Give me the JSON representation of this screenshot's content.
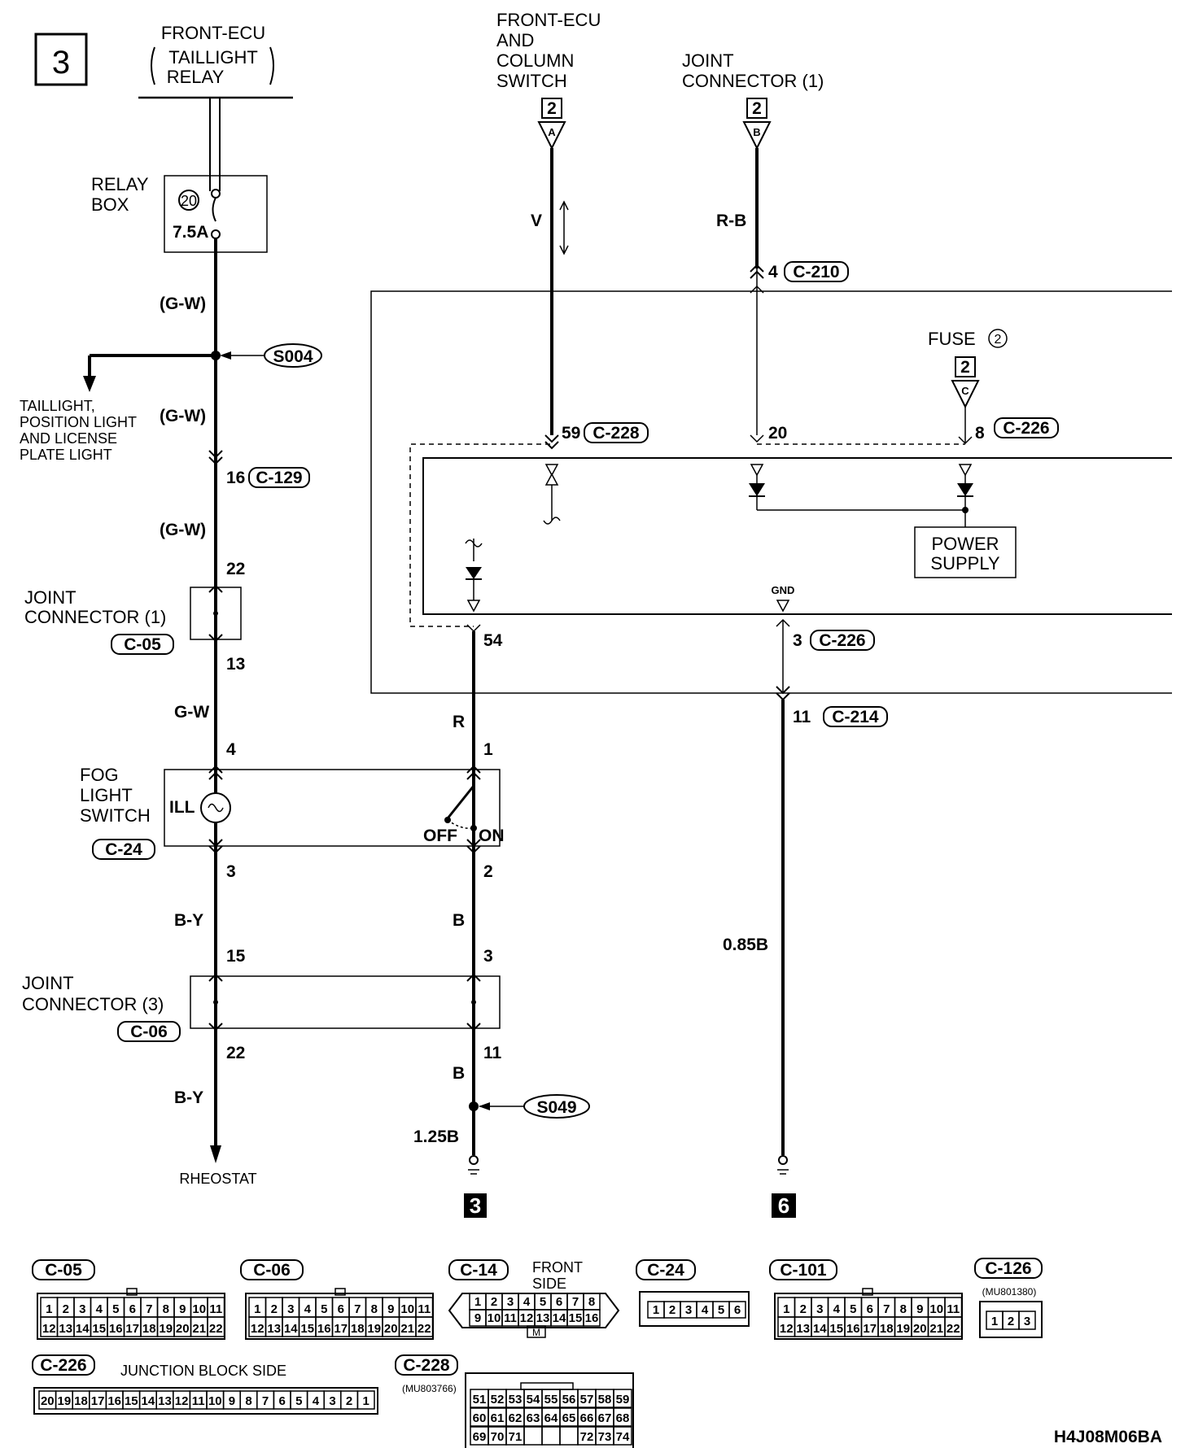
{
  "page_number": "3",
  "diagram_code": "H4J08M06BA",
  "sources": {
    "front_ecu_taillight": {
      "line1": "FRONT-ECU",
      "line2": "TAILLIGHT",
      "line3": "RELAY"
    },
    "front_ecu_column": {
      "line1": "FRONT-ECU",
      "line2": "AND",
      "line3": "COLUMN",
      "line4": "SWITCH",
      "page": "2",
      "conn": "A"
    },
    "joint_connector_top": {
      "line1": "JOINT",
      "line2": "CONNECTOR (1)",
      "page": "2",
      "conn": "B"
    },
    "fuse": {
      "label": "FUSE",
      "num": "2",
      "page": "2",
      "conn": "C"
    }
  },
  "relay_box": {
    "line1": "RELAY",
    "line2": "BOX",
    "fuse_num": "20",
    "rating": "7.5A"
  },
  "wires": {
    "gw_paren": "(G-W)",
    "gw": "G-W",
    "by": "B-Y",
    "v": "V",
    "rb": "R-B",
    "r": "R",
    "b": "B",
    "b125": "1.25B",
    "b085": "0.85B"
  },
  "splices": {
    "s004": "S004",
    "s049": "S049"
  },
  "branch": {
    "line1": "TAILLIGHT,",
    "line2": "POSITION LIGHT",
    "line3": "AND LICENSE",
    "line4": "PLATE LIGHT"
  },
  "pins": {
    "p16": "16",
    "p22a": "22",
    "p13": "13",
    "p4a": "4",
    "p3a": "3",
    "p15": "15",
    "p22b": "22",
    "p59": "59",
    "p20": "20",
    "p8": "8",
    "p4b": "4",
    "p54": "54",
    "p3b": "3",
    "p11a": "11",
    "p1": "1",
    "p2": "2",
    "p3c": "3",
    "p11b": "11"
  },
  "connectors": {
    "c129": "C-129",
    "c05": "C-05",
    "c24": "C-24",
    "c06": "C-06",
    "c210": "C-210",
    "c228": "C-228",
    "c226": "C-226",
    "c214": "C-214"
  },
  "components": {
    "jc1": {
      "line1": "JOINT",
      "line2": "CONNECTOR (1)"
    },
    "fog": {
      "line1": "FOG",
      "line2": "LIGHT",
      "line3": "SWITCH",
      "ill": "ILL",
      "off": "OFF",
      "on": "ON"
    },
    "jc3": {
      "line1": "JOINT",
      "line2": "CONNECTOR (3)"
    },
    "power_supply": {
      "line1": "POWER",
      "line2": "SUPPLY"
    },
    "gnd": "GND",
    "rheostat": "RHEOSTAT"
  },
  "grounds": {
    "g3": "3",
    "g6": "6"
  },
  "connector_views": {
    "c05": {
      "title": "C-05",
      "row1": [
        "1",
        "2",
        "3",
        "4",
        "5",
        "6",
        "7",
        "8",
        "9",
        "10",
        "11"
      ],
      "row2": [
        "12",
        "13",
        "14",
        "15",
        "16",
        "17",
        "18",
        "19",
        "20",
        "21",
        "22"
      ]
    },
    "c06": {
      "title": "C-06",
      "row1": [
        "1",
        "2",
        "3",
        "4",
        "5",
        "6",
        "7",
        "8",
        "9",
        "10",
        "11"
      ],
      "row2": [
        "12",
        "13",
        "14",
        "15",
        "16",
        "17",
        "18",
        "19",
        "20",
        "21",
        "22"
      ]
    },
    "c14": {
      "title": "C-14",
      "note1": "FRONT",
      "note2": "SIDE",
      "row1": [
        "1",
        "2",
        "3",
        "4",
        "5",
        "6",
        "7",
        "8"
      ],
      "row2": [
        "9",
        "10",
        "11",
        "12",
        "13",
        "14",
        "15",
        "16"
      ],
      "mark": "M"
    },
    "c24": {
      "title": "C-24",
      "row1": [
        "1",
        "2",
        "3",
        "4",
        "5",
        "6"
      ]
    },
    "c101": {
      "title": "C-101",
      "row1": [
        "1",
        "2",
        "3",
        "4",
        "5",
        "6",
        "7",
        "8",
        "9",
        "10",
        "11"
      ],
      "row2": [
        "12",
        "13",
        "14",
        "15",
        "16",
        "17",
        "18",
        "19",
        "20",
        "21",
        "22"
      ]
    },
    "c126": {
      "title": "C-126",
      "part": "(MU801380)",
      "row1": [
        "1",
        "2",
        "3"
      ]
    },
    "c226": {
      "title": "C-226",
      "note": "JUNCTION BLOCK SIDE",
      "row1": [
        "20",
        "19",
        "18",
        "17",
        "16",
        "15",
        "14",
        "13",
        "12",
        "11",
        "10",
        "9",
        "8",
        "7",
        "6",
        "5",
        "4",
        "3",
        "2",
        "1"
      ]
    },
    "c228": {
      "title": "C-228",
      "part": "(MU803766)",
      "row1": [
        "51",
        "52",
        "53",
        "54",
        "55",
        "56",
        "57",
        "58",
        "59"
      ],
      "row2": [
        "60",
        "61",
        "62",
        "63",
        "64",
        "65",
        "66",
        "67",
        "68"
      ],
      "row3": [
        "69",
        "70",
        "71",
        "",
        "",
        "",
        "72",
        "73",
        "74"
      ]
    }
  }
}
